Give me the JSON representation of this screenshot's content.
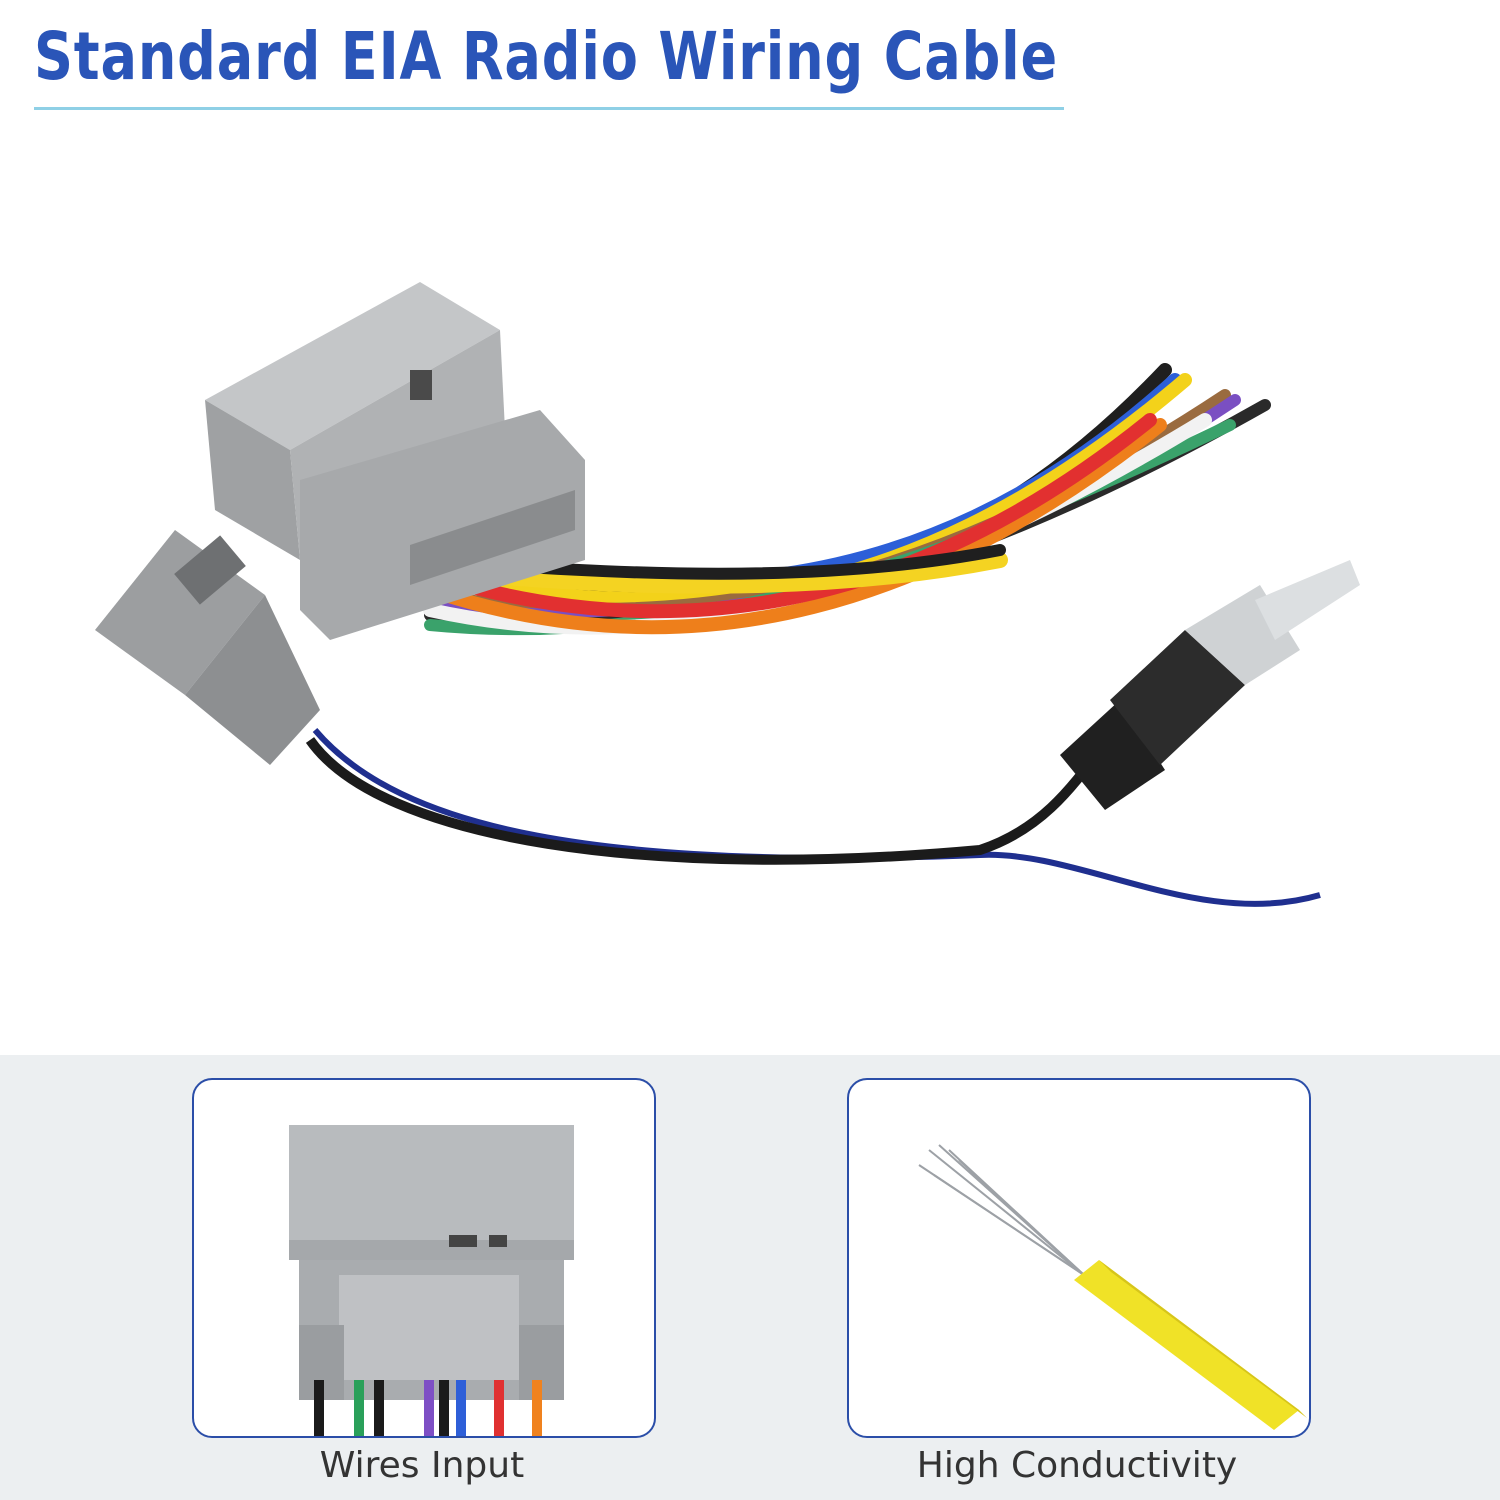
{
  "header": {
    "title": "Standard EIA Radio Wiring Cable"
  },
  "features": [
    {
      "caption": "Wires Input"
    },
    {
      "caption": "High Conductivity"
    }
  ],
  "colors": {
    "title": "#2a55b8",
    "card_border": "#2b4ea8",
    "band": "#eceff1",
    "connector_gray": "#a9abad"
  }
}
